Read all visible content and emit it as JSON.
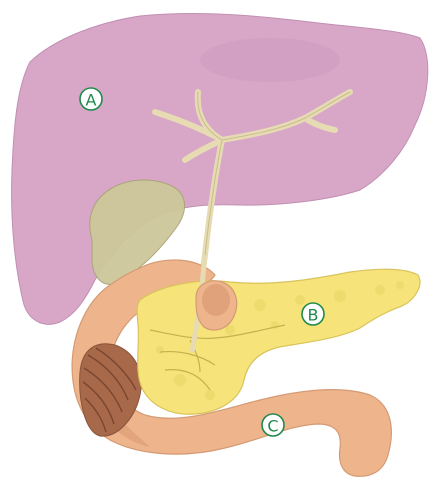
{
  "labels": {
    "liver": "A",
    "pancreas": "B",
    "duodenum": "C"
  },
  "colors": {
    "liver": "#d8a7c7",
    "liver_shade": "#c994b9",
    "gallbladder": "#cdc79a",
    "bile_duct": "#e6dbb2",
    "pancreas": "#f6e37a",
    "duodenum": "#eeb48c",
    "duodenum_shade": "#d99a73",
    "stomach_folds": "#a8694a",
    "label_ring": "#1f8a4c"
  }
}
